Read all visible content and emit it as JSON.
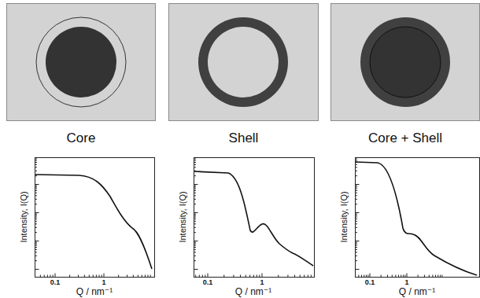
{
  "diagram": {
    "nodes": [
      {
        "text": [
          "Core"
        ]
      },
      {
        "text": [
          "Shell"
        ]
      },
      {
        "text": [
          "Core + Shell"
        ]
      }
    ],
    "labels": [
      "Intensity, I(Q)",
      "0.1",
      "1",
      "Q / nm⁻¹",
      "Intensity, I(Q)",
      "0.1",
      "1",
      "Q / nm⁻¹",
      "Intensity, I(Q)",
      "0.1",
      "1",
      "Q / nm⁻¹"
    ]
  }
}
